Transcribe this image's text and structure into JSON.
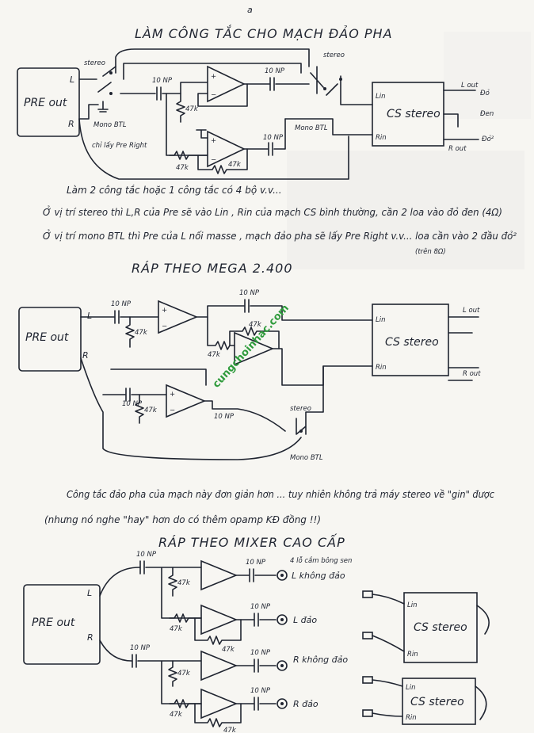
{
  "title_main": "LÀM CÔNG TẮC CHO MẠCH ĐẢO PHA",
  "title_mega": "RÁP THEO MEGA 2.400",
  "title_mixer": "RÁP THEO MIXER CAO CẤP",
  "watermark": "cungchoinhac.com",
  "corner_mark": "a",
  "labels": {
    "pre_out": "PRE out",
    "L": "L",
    "R": "R",
    "stereo": "stereo",
    "mono_btl": "Mono BTL",
    "cs_stereo": "CS stereo",
    "l_in": "Lin",
    "r_in": "Rin",
    "l_out": "L out",
    "r_out": "R out",
    "cap_10np": "10 NP",
    "res_47k": "47k",
    "do": "Đỏ",
    "den": "Đen",
    "do2": "Đỏ²",
    "chi_lay_pre_right": "chỉ lấy Pre Right",
    "plus": "+",
    "minus": "−"
  },
  "notes": {
    "line1": "Làm 2 công tắc hoặc 1 công tắc có 4 bộ v.v...",
    "line2": "Ở vị trí stereo thì L,R của Pre sẽ vào Lin , Rin của mạch CS bình thường, cần 2 loa vào đỏ đen (4Ω)",
    "line3": "Ở vị trí mono BTL thì Pre của L nối masse , mạch đảo pha sẽ lấy Pre Right v.v... loa cần vào 2 đầu đỏ²",
    "line4": "(trên 8Ω)",
    "line5": "Công tắc đảo pha của mạch này đơn giản hơn ... tuy nhiên không trả máy stereo về \"gin\" được",
    "line6": "(nhưng nó nghe \"hay\" hơn do có thêm opamp KĐ đồng !!)"
  },
  "mixer": {
    "jacks_note": "4 lỗ cắm bông sen",
    "l_khong_dao": "L không đảo",
    "l_dao": "L đảo",
    "r_khong_dao": "R không đảo",
    "r_dao": "R đảo"
  }
}
